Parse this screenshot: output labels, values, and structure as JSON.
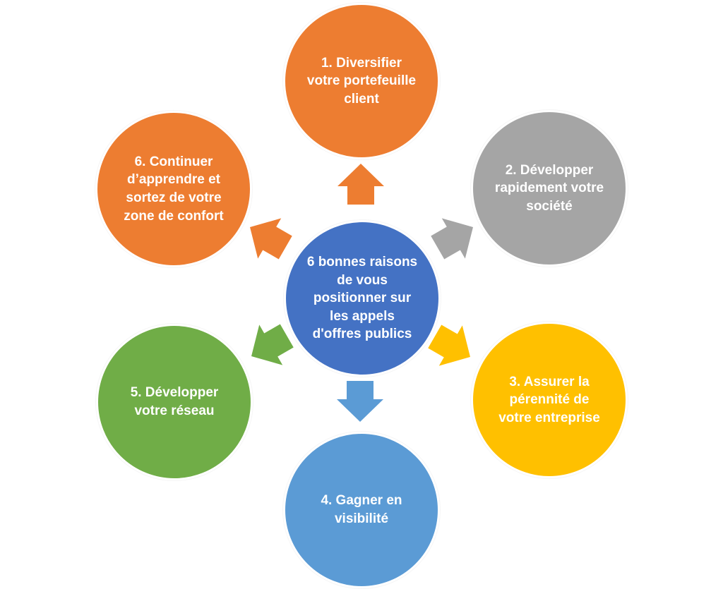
{
  "center": {
    "text": "6 bonnes raisons de vous positionner sur les appels d'offres publics",
    "color": "#4472C4"
  },
  "items": [
    {
      "text": "1. Diversifier votre portefeuille client",
      "color": "#ED7D31",
      "arrow_color": "#ED7D31"
    },
    {
      "text": "2. Développer rapidement votre société",
      "color": "#A5A5A5",
      "arrow_color": "#A5A5A5"
    },
    {
      "text": "3. Assurer la pérennité de votre entreprise",
      "color": "#FFC000",
      "arrow_color": "#FFC000"
    },
    {
      "text": "4. Gagner en visibilité",
      "color": "#5B9BD5",
      "arrow_color": "#5B9BD5"
    },
    {
      "text": "5. Développer votre réseau",
      "color": "#70AD47",
      "arrow_color": "#70AD47"
    },
    {
      "text": "6. Continuer d’apprendre et sortez de votre zone de confort",
      "color": "#ED7D31",
      "arrow_color": "#ED7D31"
    }
  ]
}
